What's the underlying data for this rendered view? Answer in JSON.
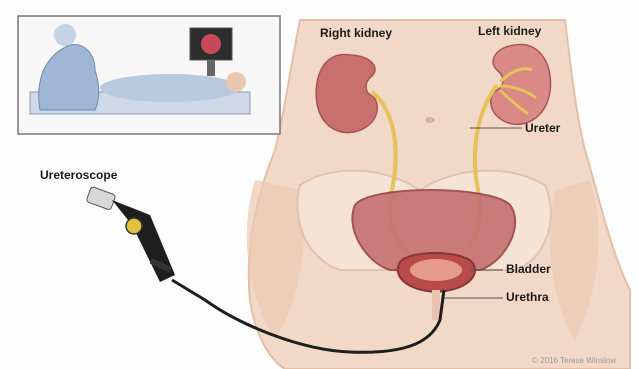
{
  "labels": {
    "right_kidney": "Right kidney",
    "left_kidney": "Left kidney",
    "ureter": "Ureter",
    "ureteroscope": "Ureteroscope",
    "bladder": "Bladder",
    "urethra": "Urethra"
  },
  "credit": "© 2016 Terese Winslow",
  "colors": {
    "skin": "#f2d9c7",
    "skin_shadow": "#e3bfa8",
    "kidney": "#c9706e",
    "ureter": "#e6c35a",
    "bladder": "#b84a4a",
    "scope": "#222222",
    "inset_border": "#777777"
  }
}
